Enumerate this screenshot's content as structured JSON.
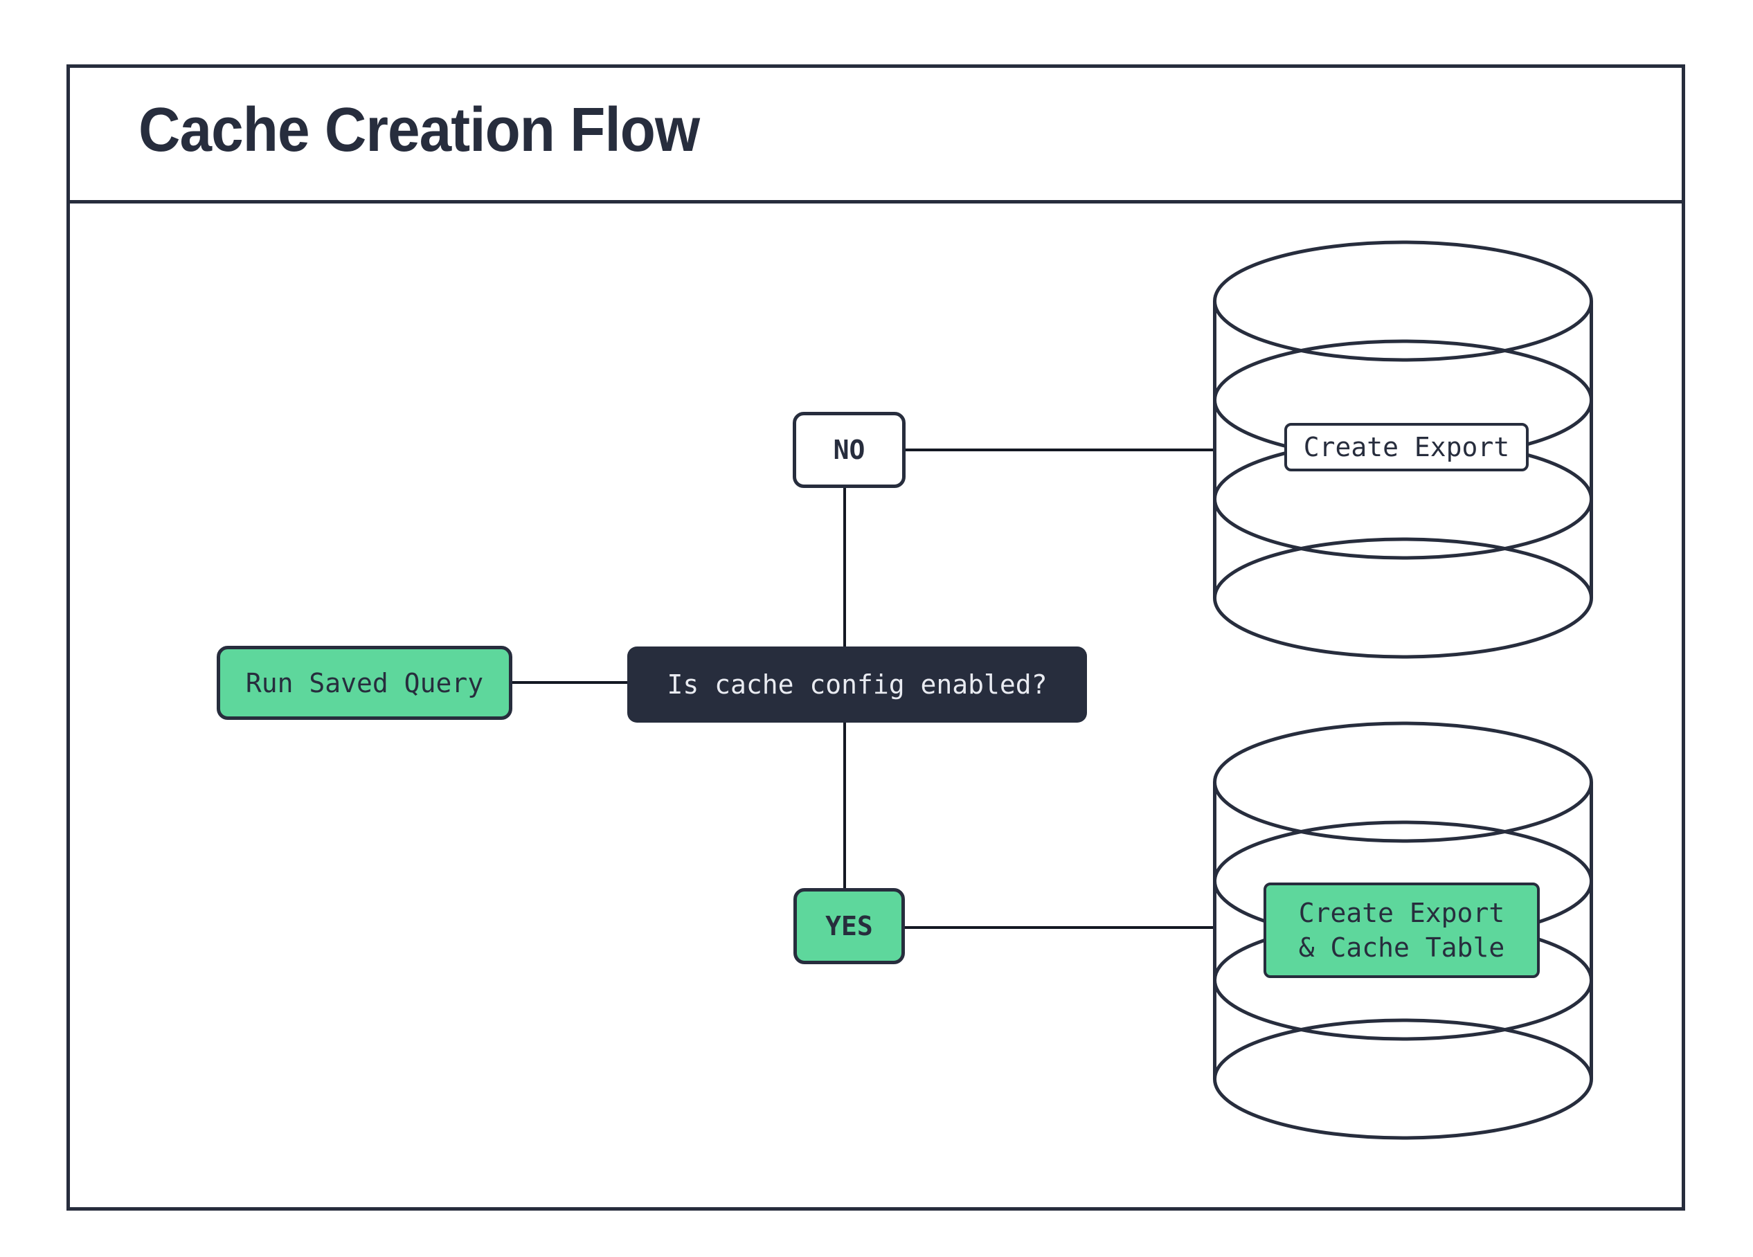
{
  "title": "Cache Creation Flow",
  "colors": {
    "ink": "#272d3d",
    "green": "#5ed79c",
    "line": "#141823",
    "light": "#e9ebf1",
    "background": "#ffffff"
  },
  "nodes": {
    "start": {
      "label": "Run Saved Query"
    },
    "decision": {
      "label": "Is cache config enabled?"
    },
    "no": {
      "label": "NO"
    },
    "yes": {
      "label": "YES"
    },
    "export": {
      "label": "Create Export"
    },
    "export_cache": {
      "line1": "Create Export",
      "line2": "& Cache Table"
    }
  },
  "icons": {
    "no_branch_target": "database-icon",
    "yes_branch_target": "database-icon"
  },
  "edges": [
    {
      "from": "Run Saved Query",
      "to": "Is cache config enabled?"
    },
    {
      "from": "Is cache config enabled?",
      "to": "NO"
    },
    {
      "from": "NO",
      "to": "Create Export"
    },
    {
      "from": "Is cache config enabled?",
      "to": "YES"
    },
    {
      "from": "YES",
      "to": "Create Export & Cache Table"
    }
  ]
}
